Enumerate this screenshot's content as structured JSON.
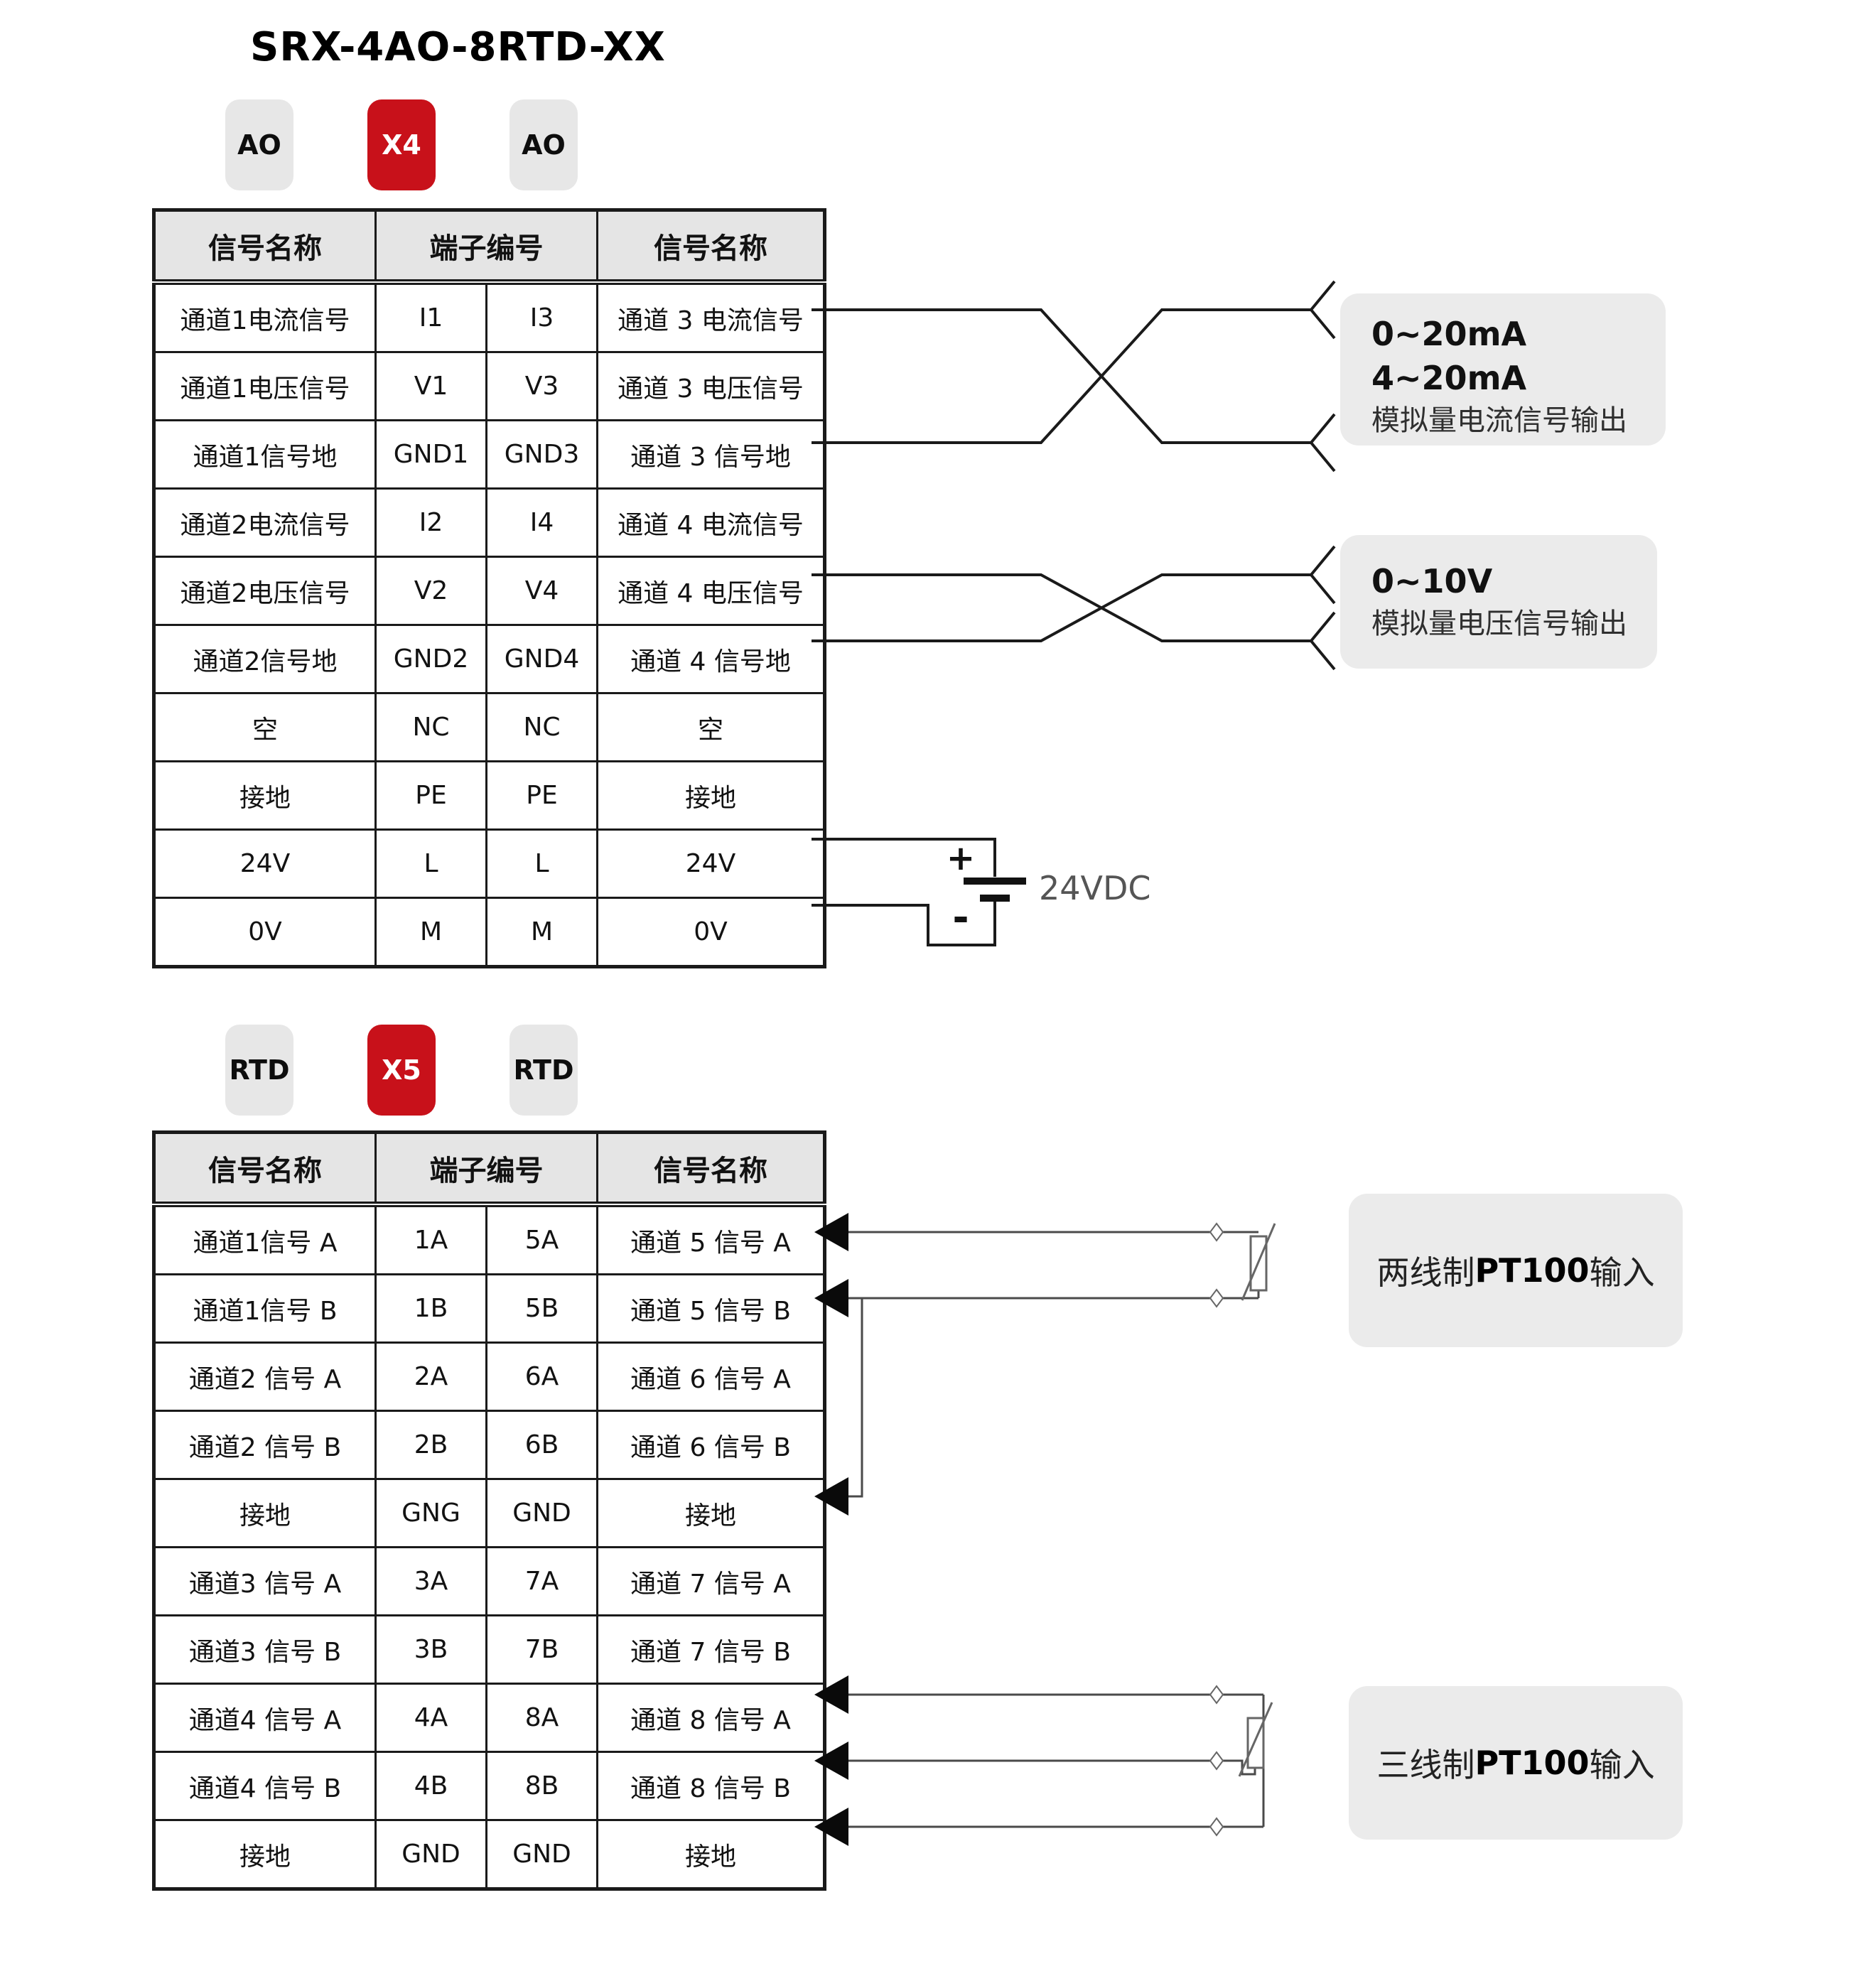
{
  "title": "SRX-4AO-8RTD-XX",
  "colors": {
    "accent_red": "#c8111a",
    "badge_gray": "#e7e7e7",
    "header_gray": "#e5e5e5",
    "note_gray": "#ebebeb"
  },
  "s1": {
    "badges": {
      "left": "AO",
      "center": "X4",
      "right": "AO"
    },
    "h1": "信号名称",
    "h2": "端子编号",
    "h3": "信号名称",
    "rows": [
      [
        "通道1电流信号",
        "I1",
        "I3",
        "通道 3 电流信号"
      ],
      [
        "通道1电压信号",
        "V1",
        "V3",
        "通道 3 电压信号"
      ],
      [
        "通道1信号地",
        "GND1",
        "GND3",
        "通道 3 信号地"
      ],
      [
        "通道2电流信号",
        "I2",
        "I4",
        "通道 4 电流信号"
      ],
      [
        "通道2电压信号",
        "V2",
        "V4",
        "通道 4 电压信号"
      ],
      [
        "通道2信号地",
        "GND2",
        "GND4",
        "通道 4 信号地"
      ],
      [
        "空",
        "NC",
        "NC",
        "空"
      ],
      [
        "接地",
        "PE",
        "PE",
        "接地"
      ],
      [
        "24V",
        "L",
        "L",
        "24V"
      ],
      [
        "0V",
        "M",
        "M",
        "0V"
      ]
    ],
    "note_current": {
      "line1": "0~20mA",
      "line2": "4~20mA",
      "line3": "模拟量电流信号输出"
    },
    "note_voltage": {
      "line1": "0~10V",
      "line2": "模拟量电压信号输出"
    },
    "battery": {
      "plus": "+",
      "minus": "-",
      "label": "24VDC"
    }
  },
  "s2": {
    "badges": {
      "left": "RTD",
      "center": "X5",
      "right": "RTD"
    },
    "h1": "信号名称",
    "h2": "端子编号",
    "h3": "信号名称",
    "rows": [
      [
        "通道1信号 A",
        "1A",
        "5A",
        "通道 5 信号 A"
      ],
      [
        "通道1信号 B",
        "1B",
        "5B",
        "通道 5 信号 B"
      ],
      [
        "通道2 信号 A",
        "2A",
        "6A",
        "通道 6 信号 A"
      ],
      [
        "通道2 信号 B",
        "2B",
        "6B",
        "通道 6 信号 B"
      ],
      [
        "接地",
        "GNG",
        "GND",
        "接地"
      ],
      [
        "通道3 信号 A",
        "3A",
        "7A",
        "通道 7 信号 A"
      ],
      [
        "通道3 信号 B",
        "3B",
        "7B",
        "通道 7 信号 B"
      ],
      [
        "通道4 信号 A",
        "4A",
        "8A",
        "通道 8 信号 A"
      ],
      [
        "通道4 信号 B",
        "4B",
        "8B",
        "通道 8 信号 B"
      ],
      [
        "接地",
        "GND",
        "GND",
        "接地"
      ]
    ],
    "note_2wire": {
      "prefix": "两线制 ",
      "bold": "PT100",
      "suffix": " 输入"
    },
    "note_3wire": {
      "prefix": "三线制 ",
      "bold": "PT100",
      "suffix": " 输入"
    }
  }
}
